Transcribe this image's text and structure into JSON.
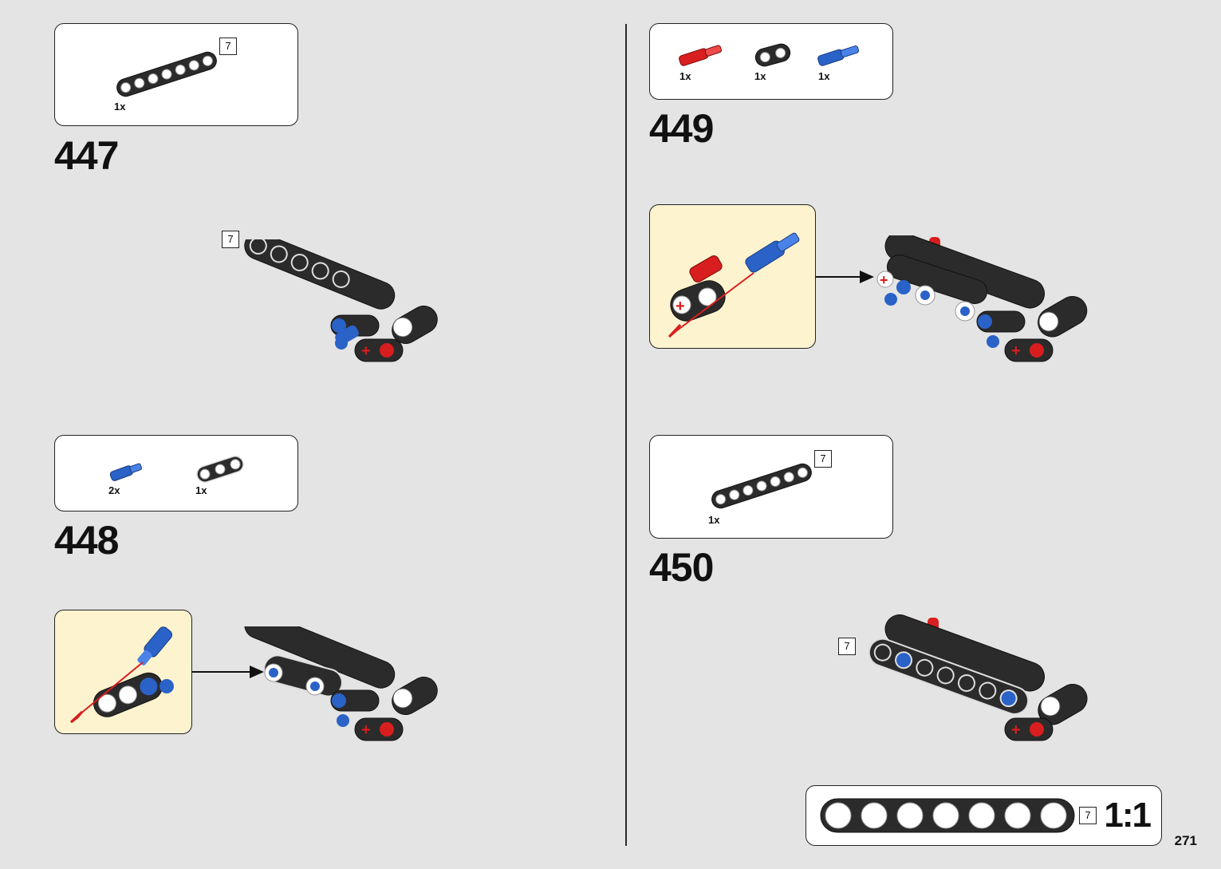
{
  "page": {
    "number": "271"
  },
  "steps": [
    {
      "number": "447",
      "parts": [
        {
          "name": "beam-7-icon",
          "qty": "1x",
          "length_badge": "7"
        }
      ],
      "model_length_badge": "7"
    },
    {
      "number": "448",
      "parts": [
        {
          "name": "blue-axle-pin-icon",
          "qty": "2x"
        },
        {
          "name": "connector-beam-icon",
          "qty": "1x"
        }
      ]
    },
    {
      "number": "449",
      "parts": [
        {
          "name": "red-axle-pin-icon",
          "qty": "1x"
        },
        {
          "name": "beam-2-icon",
          "qty": "1x"
        },
        {
          "name": "blue-axle-pin-icon",
          "qty": "1x"
        }
      ]
    },
    {
      "number": "450",
      "parts": [
        {
          "name": "beam-7-icon",
          "qty": "1x",
          "length_badge": "7"
        }
      ],
      "model_length_badge": "7"
    }
  ],
  "scale_reference": {
    "length_badge": "7",
    "label": "1:1",
    "holes": 7
  },
  "colors": {
    "beam": "#2b2b2b",
    "red_pin": "#d81e1e",
    "blue_pin": "#2a62c8",
    "callout_bg": "#fdf3cf",
    "page_bg": "#e4e4e4"
  }
}
